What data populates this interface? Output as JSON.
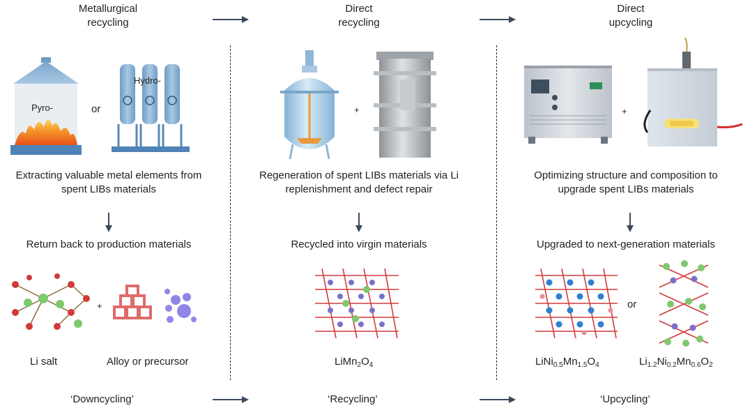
{
  "columns": [
    {
      "title_l1": "Metallurgical",
      "title_l2": "recycling",
      "img_pyro": "Pyro-",
      "img_or": "or",
      "img_hydro": "Hydro-",
      "desc_l1": "Extracting valuable metal elements from",
      "desc_l2": "spent LIBs materials",
      "step": "Return back to production materials",
      "prod_left": "Li salt",
      "prod_plus": "+",
      "prod_right": "Alloy or precursor",
      "bottom": "‘Downcycling’"
    },
    {
      "title_l1": "Direct",
      "title_l2": "recycling",
      "img_plus": "+",
      "desc_l1": "Regeneration of spent LIBs materials via Li",
      "desc_l2": "replenishment and defect repair",
      "step": "Recycled into virgin materials",
      "formula": {
        "p1": "LiMn",
        "s1": "2",
        "p2": "O",
        "s2": "4"
      },
      "bottom": "‘Recycling’"
    },
    {
      "title_l1": "Direct",
      "title_l2": "upcycling",
      "img_plus": "+",
      "desc_l1": "Optimizing structure and composition to",
      "desc_l2": "upgrade spent LIBs materials",
      "step": "Upgraded to next-generation materials",
      "or": "or",
      "formula_a": {
        "p1": "LiNi",
        "s1": "0.5",
        "p2": "Mn",
        "s2": "1.5",
        "p3": "O",
        "s3": "4"
      },
      "formula_b": {
        "p1": "Li",
        "s1": "1.2",
        "p2": "Ni",
        "s2": "0.2",
        "p3": "Mn",
        "s3": "0.6",
        "p4": "O",
        "s4": "2"
      },
      "bottom": "‘Upcycling’"
    }
  ],
  "colors": {
    "arrow": "#3c4a5c",
    "tank": "#8fb6d6",
    "fire": "#f08a24",
    "brick": "#e06b6b",
    "bubble": "#8f86e8",
    "li": "#7ec86e",
    "o": "#d23a3a",
    "mn": "#7a72c8",
    "ni": "#2f7fd0"
  }
}
